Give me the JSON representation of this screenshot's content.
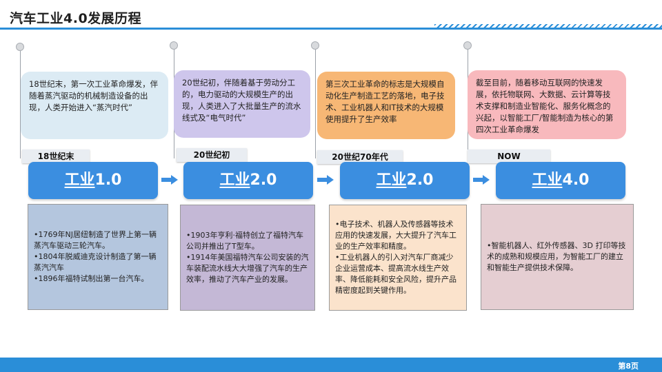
{
  "page_title": "汽车工业4.0发展历程",
  "page_number": "第8页",
  "colors": {
    "accent": "#2a8ed8",
    "stage": "#3b8ee0"
  },
  "stages": [
    {
      "era": "18世纪末",
      "bubble": "18世纪末，第一次工业革命爆发，伴随着蒸汽驱动的机械制造设备的出现，人类开始进入“蒸汽时代”",
      "bubble_color": "#dcebf4",
      "stage_prefix": "工业",
      "stage_version": "1.0",
      "card_color": "#b4c6de",
      "details": [
        "•1769年NJ居纽制造了世界上第一辆蒸汽车驱动三轮汽车。",
        "•1804年脱威迪克设计制造了第一辆蒸汽汽车",
        "•1896年福特试制出第一台汽车。"
      ]
    },
    {
      "era": "20世纪初",
      "bubble": "20世纪初，伴随着基于劳动分工的，电力驱动的大规模生产的出现，人类进入了大批量生产的流水线式及“电气时代”",
      "bubble_color": "#cec6ec",
      "stage_prefix": "工业",
      "stage_version": "2.0",
      "card_color": "#c4b8d6",
      "details": [
        "•1903年亨利·福特创立了福特汽车公司并推出了T型车。",
        "•1914年美国福特汽车公司安装的汽车装配流水线大大增强了汽车的生产效率，推动了汽车产业的发展。"
      ]
    },
    {
      "era": "20世纪70年代",
      "bubble": "第三次工业革命的标志是大规模自动化生产制造工艺的落地，电子技术、工业机器人和IT技术的大规模使用提升了生产效率",
      "bubble_color": "#f7b775",
      "stage_prefix": "工业",
      "stage_version": "2.0",
      "card_color": "#fbe3cc",
      "details": [
        "•电子技术、机器人及传感器等技术应用的快速发展，大大提升了汽车工业的生产效率和精度。",
        "•工业机器人的引入对汽车厂商减少企业运营成本、提高流水线生产效率、降低能耗和安全风险，提升产品精密度起到关键作用。"
      ]
    },
    {
      "era": "NOW",
      "bubble": "截至目前，随着移动互联网的快速发展，依托物联网、大数据、云计算等技术支撑和制造业智能化、服务化概念的兴起，以智能工厂/智能制造为核心的第四次工业革命爆发",
      "bubble_color": "#f8b9bd",
      "stage_prefix": "工业",
      "stage_version": "4.0",
      "card_color": "#e5ced2",
      "details": [
        "•智能机器人、红外传感器、3D 打印等技术的成熟和规模应用，为智能工厂的建立和智能生产提供技术保障。"
      ]
    }
  ]
}
